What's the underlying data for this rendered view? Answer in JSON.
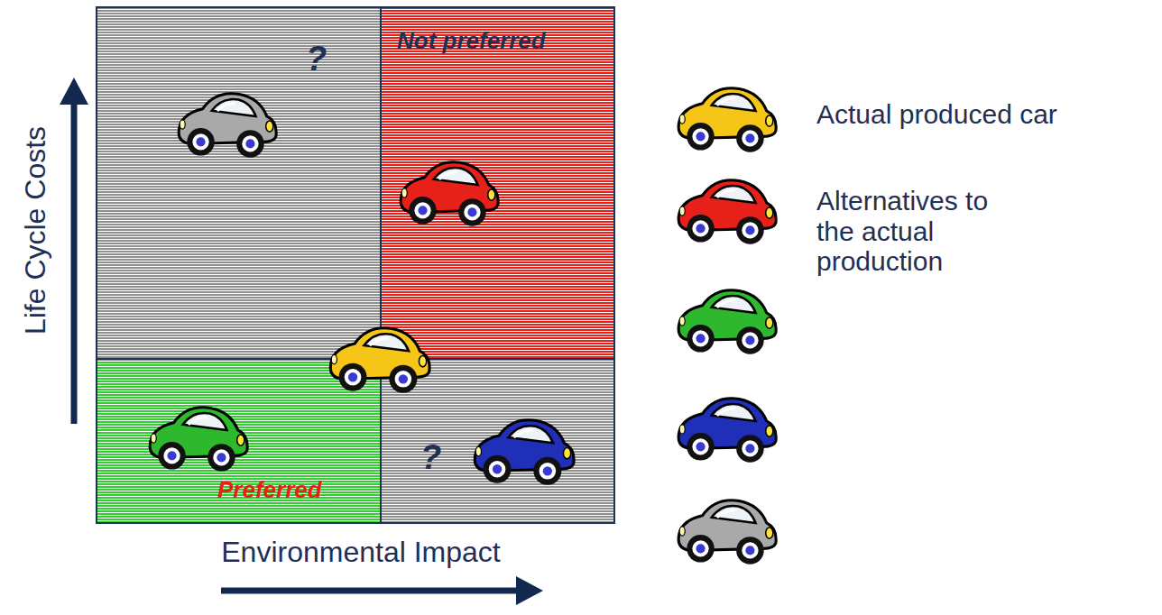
{
  "diagram": {
    "nodes": [
      {
        "text": [
          "?"
        ]
      },
      {
        "text": [
          "Not preferred"
        ]
      },
      {
        "text": [
          "Preferred"
        ]
      },
      {
        "text": [
          "?"
        ]
      }
    ],
    "labels": [
      "Life Cycle Costs",
      "Environmental Impact"
    ],
    "legend": [
      {
        "text": "Actual produced car"
      },
      {
        "text": "Alternatives to the actual production"
      }
    ]
  }
}
